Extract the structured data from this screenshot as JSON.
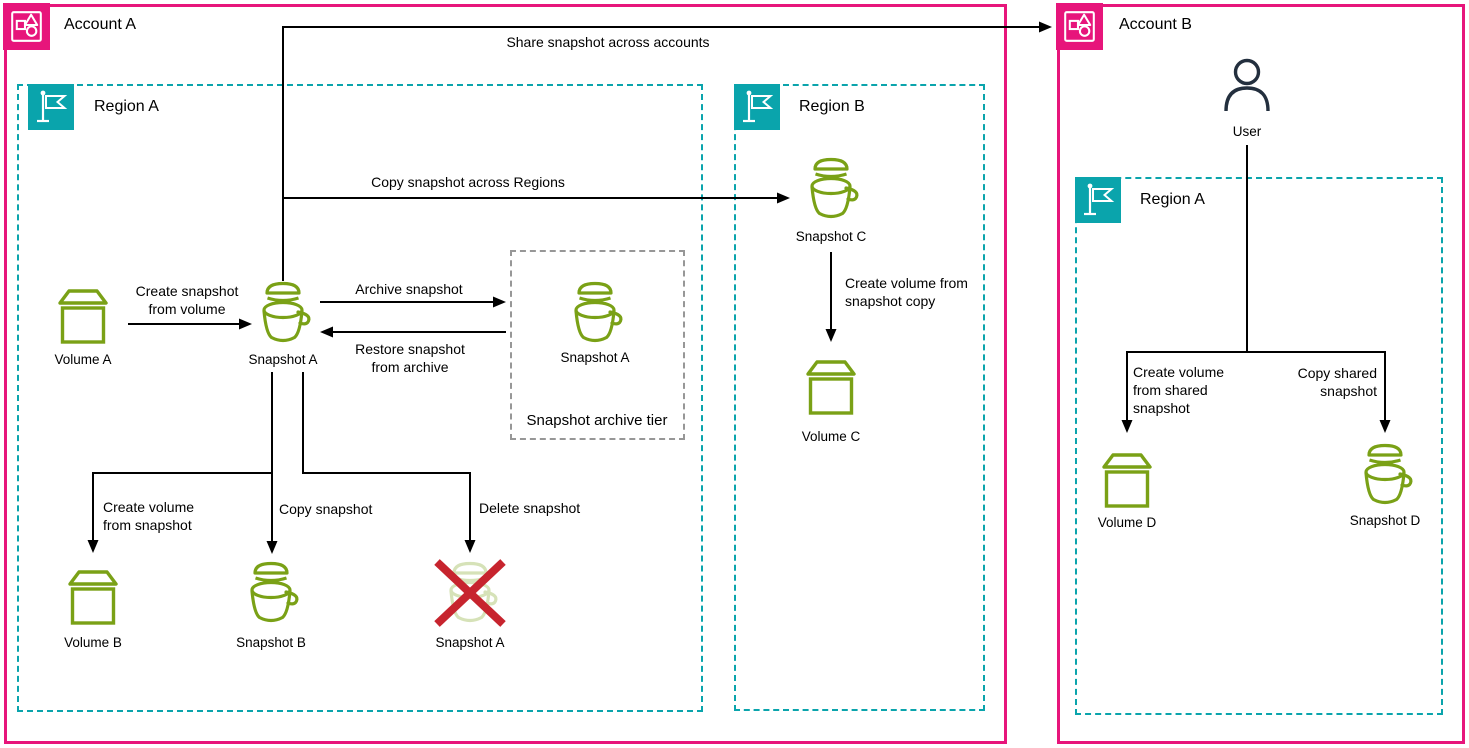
{
  "account_a": {
    "title": "Account A",
    "region_a": {
      "title": "Region A",
      "volume_a": "Volume A",
      "snapshot_a": "Snapshot A",
      "volume_b": "Volume B",
      "snapshot_b": "Snapshot B",
      "deleted_snapshot_a": "Snapshot A",
      "archive": {
        "title": "Snapshot archive tier",
        "snapshot_a": "Snapshot A"
      }
    },
    "region_b": {
      "title": "Region B",
      "snapshot_c": "Snapshot C",
      "volume_c": "Volume C"
    }
  },
  "account_b": {
    "title": "Account B",
    "user": "User",
    "region_a": {
      "title": "Region A",
      "volume_d": "Volume D",
      "snapshot_d": "Snapshot D"
    }
  },
  "edges": {
    "share_snapshot": "Share snapshot across accounts",
    "copy_across_regions": "Copy snapshot across Regions",
    "create_snapshot_from_volume": [
      "Create snapshot",
      "from volume"
    ],
    "archive_snapshot": "Archive snapshot",
    "restore_snapshot": [
      "Restore snapshot",
      "from archive"
    ],
    "create_volume_from_snapshot": [
      "Create volume",
      "from snapshot"
    ],
    "copy_snapshot": "Copy snapshot",
    "delete_snapshot": "Delete snapshot",
    "create_volume_from_snapshot_copy": [
      "Create volume from",
      "snapshot copy"
    ],
    "create_volume_from_shared_snapshot": [
      "Create volume",
      "from shared",
      "snapshot"
    ],
    "copy_shared_snapshot": [
      "Copy shared",
      "snapshot"
    ]
  },
  "icons": {
    "account": "aws-account-icon",
    "region": "region-flag-icon",
    "volume": "ebs-volume-icon",
    "snapshot": "ebs-snapshot-bucket-icon",
    "user": "user-icon",
    "deleted": "delete-x-icon"
  },
  "colors": {
    "account_border": "#E7157B",
    "region_border": "#0AA4AC",
    "resource_green": "#7AA116",
    "delete_red": "#C7242E",
    "archive_border": "#979797",
    "user_navy": "#232F3E",
    "arrow": "#000000"
  }
}
